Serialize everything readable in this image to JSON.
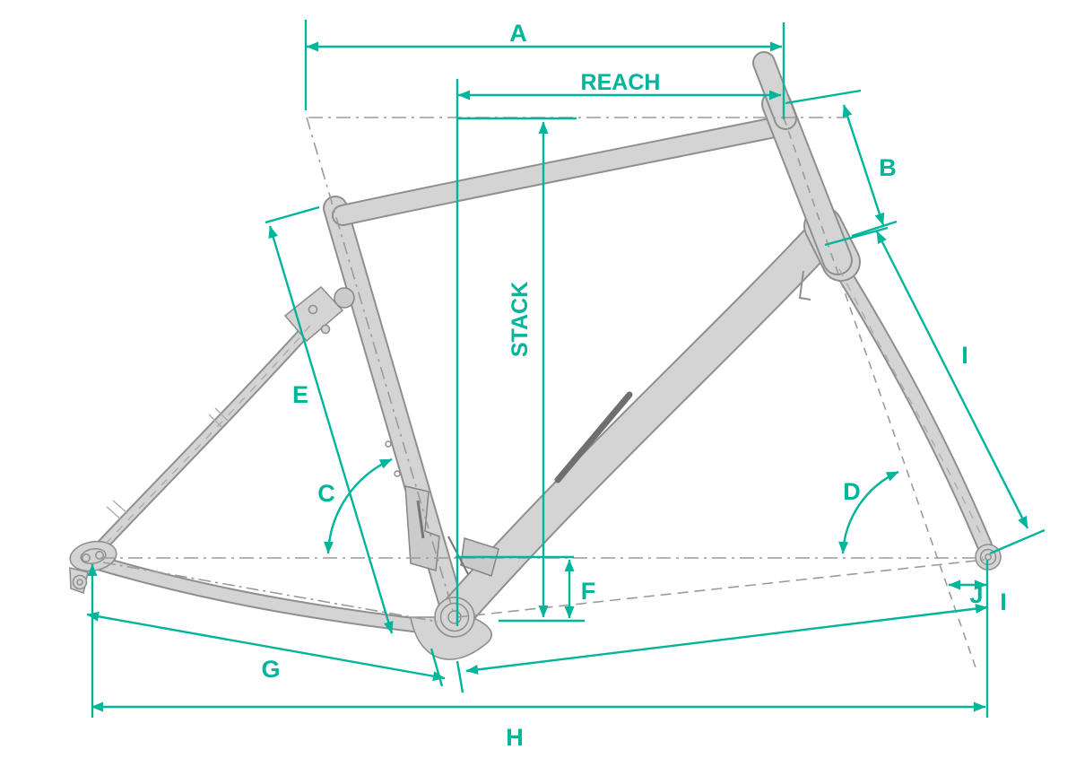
{
  "diagram": {
    "type": "bike-frame-geometry",
    "accent_color": "#00b59a",
    "frame_fill": "#d4d4d4",
    "frame_outline": "#8f8f8f",
    "reference_line_color": "#9b9b9b",
    "dimensions": {
      "top_tube": {
        "label": "A"
      },
      "reach": {
        "label": "REACH"
      },
      "stack": {
        "label": "STACK"
      },
      "head_tube_length": {
        "label": "B"
      },
      "seat_tube_angle": {
        "label": "C"
      },
      "head_tube_angle": {
        "label": "D"
      },
      "seat_tube_length": {
        "label": "E"
      },
      "bb_drop": {
        "label": "F"
      },
      "chainstay_length": {
        "label": "G"
      },
      "wheelbase": {
        "label": "H"
      },
      "fork_length": {
        "label": "I"
      },
      "fork_rake": {
        "label": "J"
      },
      "front_center": {
        "label": "I"
      }
    }
  }
}
